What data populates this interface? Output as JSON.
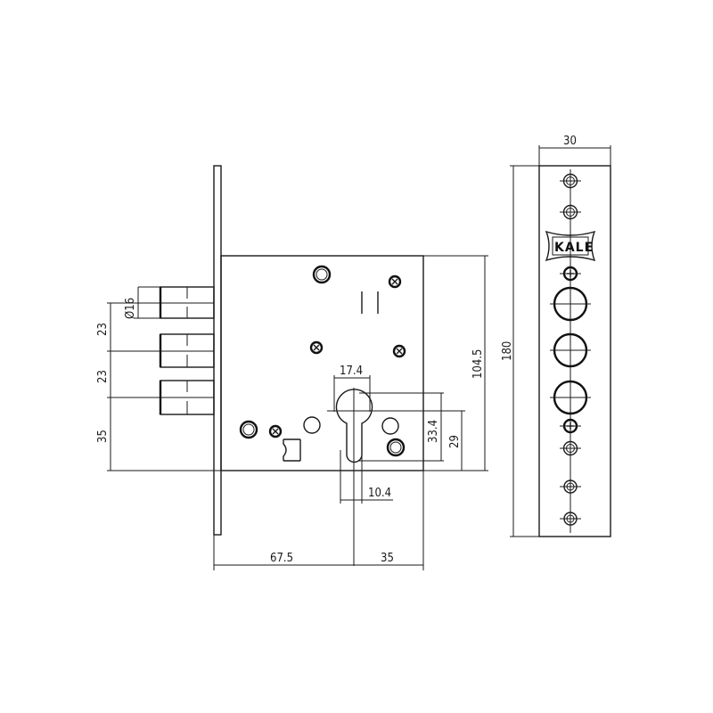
{
  "drawing": {
    "title": "Mortise lock technical drawing",
    "brand_logo": "KALE",
    "colors": {
      "line": "#1a1a1a",
      "background": "#ffffff"
    }
  },
  "dimensions": {
    "bolt_diameter": "Ø16",
    "bolt_spacing_1": "23",
    "bolt_spacing_2": "23",
    "bolt_to_cylinder": "35",
    "cylinder_width": "17.4",
    "cylinder_height": "33.4",
    "cylinder_center_offset": "29",
    "cylinder_lower_width": "10.4",
    "backset": "67.5",
    "cylinder_to_case_edge": "35",
    "case_height": "104.5",
    "strike_plate_width": "30",
    "strike_plate_height": "180"
  },
  "strike_plate": {
    "holes": [
      "screw-hole",
      "screw-hole",
      "logo",
      "fixing-screw",
      "bolt-hole",
      "bolt-hole",
      "bolt-hole",
      "fixing-screw",
      "screw-hole",
      "screw-hole",
      "screw-hole"
    ]
  }
}
